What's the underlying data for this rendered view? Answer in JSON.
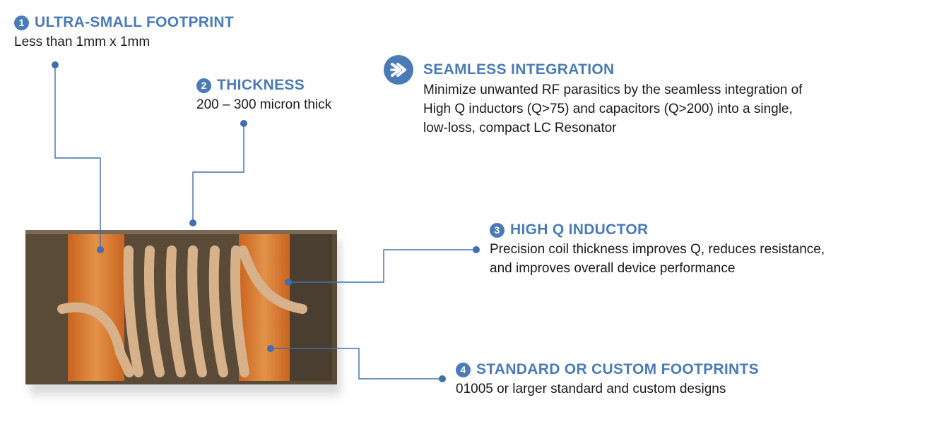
{
  "callouts": {
    "footprint": {
      "number": "1",
      "title": "ULTRA-SMALL FOOTPRINT",
      "desc": "Less than 1mm x 1mm"
    },
    "thickness": {
      "number": "2",
      "title": "THICKNESS",
      "desc": "200 – 300 micron thick"
    },
    "integration": {
      "title": "SEAMLESS INTEGRATION",
      "desc_lines": [
        "Minimize unwanted RF parasitics by the seamless integration of",
        "High Q inductors (Q>75) and capacitors (Q>200) into a single,",
        "low-loss, compact LC Resonator"
      ]
    },
    "inductor": {
      "number": "3",
      "title": "HIGH Q INDUCTOR",
      "desc_lines": [
        "Precision coil thickness improves Q, reduces resistance,",
        "and improves overall device performance"
      ]
    },
    "custom": {
      "number": "4",
      "title": "STANDARD OR CUSTOM FOOTPRINTS",
      "desc": "01005 or larger standard and custom designs"
    }
  },
  "colors": {
    "accent": "#4a7bb7",
    "leader": "#3f6fae",
    "chip_body": "#5a4a38",
    "copper": "#d07a35",
    "coil": "#d6b18a"
  },
  "icons": {
    "integration": "arrow-right-circle-icon"
  }
}
